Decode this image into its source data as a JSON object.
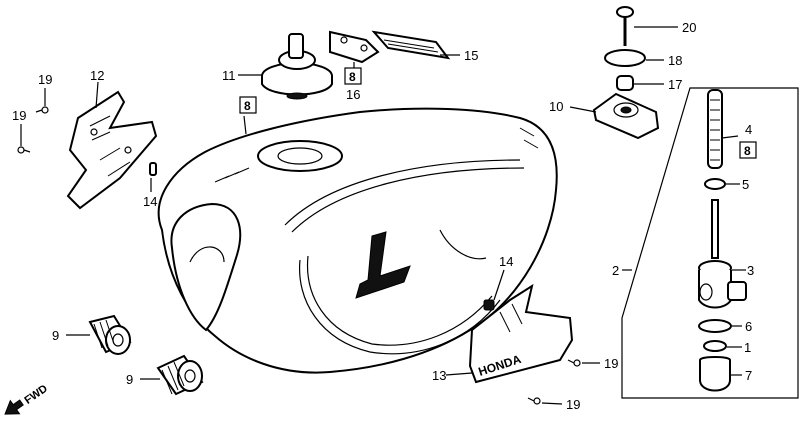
{
  "callouts": {
    "c1": "1",
    "c2": "2",
    "c3": "3",
    "c4": "4",
    "c5": "5",
    "c6": "6",
    "c7": "7",
    "c8a": "8",
    "c8b": "8",
    "c8c": "8",
    "c9a": "9",
    "c9b": "9",
    "c10": "10",
    "c11": "11",
    "c12": "12",
    "c13": "13",
    "c14a": "14",
    "c14b": "14",
    "c15": "15",
    "c16": "16",
    "c17": "17",
    "c18": "18",
    "c19a": "19",
    "c19b": "19",
    "c19c": "19",
    "c19d": "19",
    "c20": "20"
  },
  "fwd_label": "FWD",
  "emblem_text": "HONDA"
}
